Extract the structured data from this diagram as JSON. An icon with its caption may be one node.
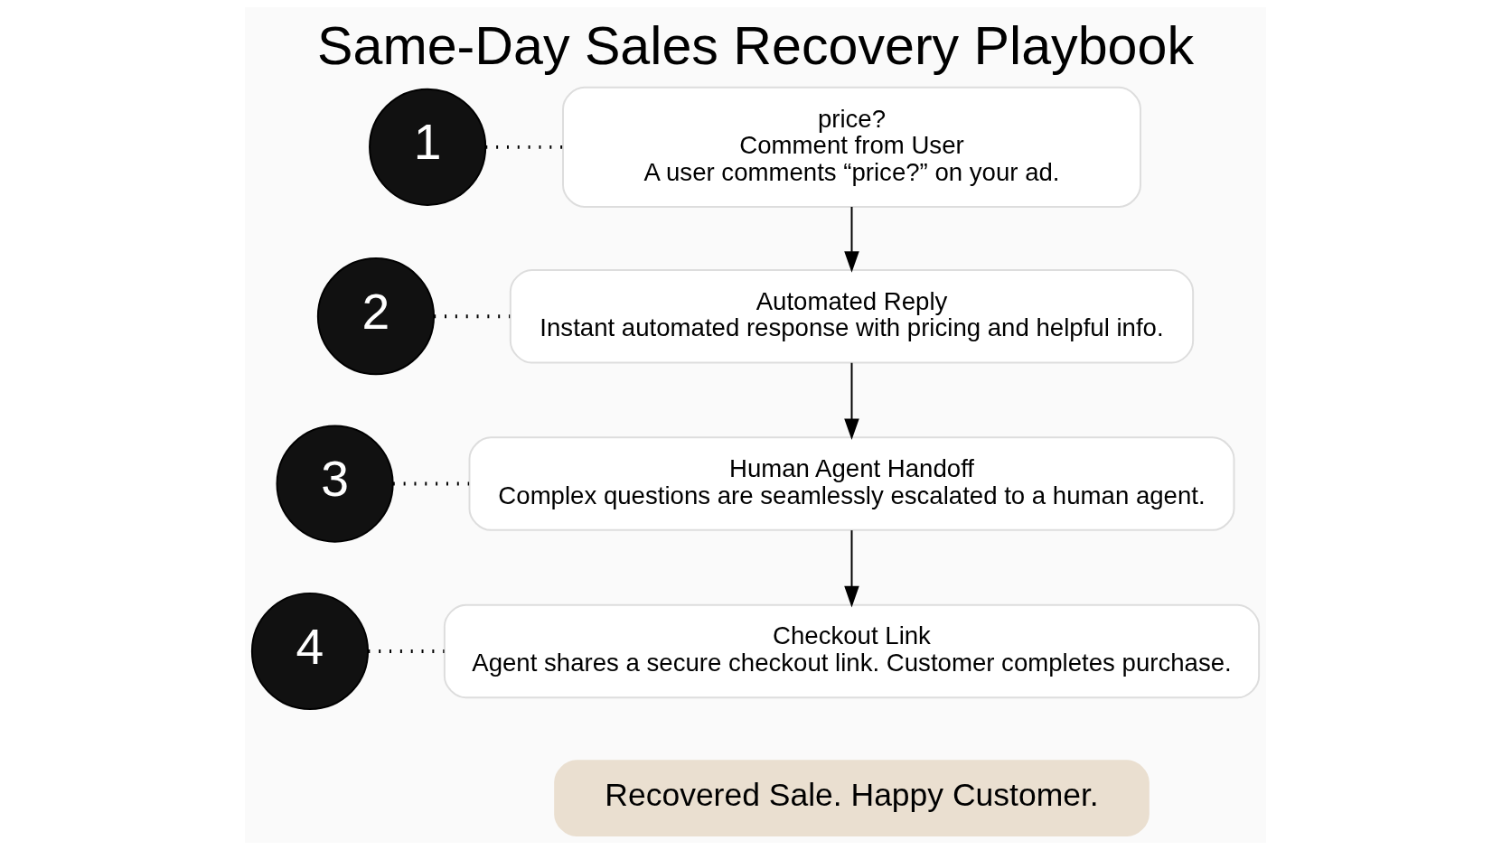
{
  "diagram": {
    "title": "Same-Day Sales Recovery Playbook",
    "nodes": [
      {
        "text": [
          "1"
        ]
      },
      {
        "text": [
          "price?",
          "Comment from User",
          "A user comments “price?” on your ad."
        ]
      },
      {
        "text": [
          "2"
        ]
      },
      {
        "text": [
          "Automated Reply",
          "Instant automated response with pricing and helpful info."
        ]
      },
      {
        "text": [
          "3"
        ]
      },
      {
        "text": [
          "Human Agent Handoff",
          "Complex questions are seamlessly escalated to a human agent."
        ]
      },
      {
        "text": [
          "4"
        ]
      },
      {
        "text": [
          "Checkout Link",
          "Agent shares a secure checkout link. Customer completes purchase."
        ]
      },
      {
        "text": [
          "Recovered Sale. Happy Customer."
        ]
      }
    ],
    "edges": [
      {
        "from": 0,
        "to": 1,
        "arrow": "none",
        "style": "dashed"
      },
      {
        "from": 2,
        "to": 3,
        "arrow": "none",
        "style": "dashed"
      },
      {
        "from": 4,
        "to": 5,
        "arrow": "none",
        "style": "dashed"
      },
      {
        "from": 6,
        "to": 7,
        "arrow": "none",
        "style": "dashed"
      },
      {
        "from": 1,
        "to": 3,
        "arrow": "to"
      },
      {
        "from": 3,
        "to": 5,
        "arrow": "to"
      },
      {
        "from": 5,
        "to": 7,
        "arrow": "to"
      }
    ]
  }
}
